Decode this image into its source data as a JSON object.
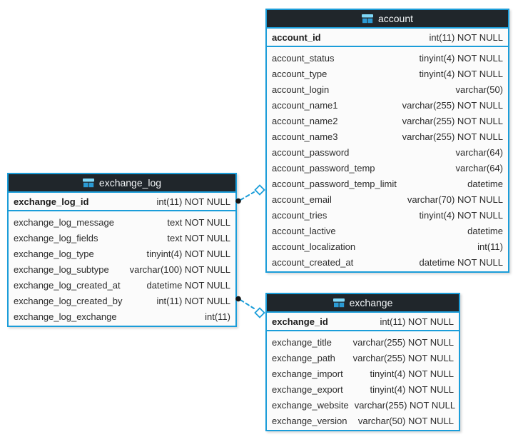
{
  "diagram": {
    "colors": {
      "accent": "#1b9dd9",
      "header_bg": "#20262b",
      "header_text": "#f2f5f7",
      "body_bg": "#fbfbfb",
      "text": "#2b2b2b",
      "dot": "#131313",
      "diamond_fill": "#ffffff"
    },
    "tables": [
      {
        "name": "exchange_log",
        "icon": "table-icon",
        "primary_key": {
          "name": "exchange_log_id",
          "type": "int(11) NOT NULL"
        },
        "columns": [
          {
            "name": "exchange_log_message",
            "type": "text NOT NULL"
          },
          {
            "name": "exchange_log_fields",
            "type": "text NOT NULL"
          },
          {
            "name": "exchange_log_type",
            "type": "tinyint(4) NOT NULL"
          },
          {
            "name": "exchange_log_subtype",
            "type": "varchar(100) NOT NULL"
          },
          {
            "name": "exchange_log_created_at",
            "type": "datetime NOT NULL"
          },
          {
            "name": "exchange_log_created_by",
            "type": "int(11) NOT NULL"
          },
          {
            "name": "exchange_log_exchange",
            "type": "int(11)"
          }
        ]
      },
      {
        "name": "account",
        "icon": "table-icon",
        "primary_key": {
          "name": "account_id",
          "type": "int(11) NOT NULL"
        },
        "columns": [
          {
            "name": "account_status",
            "type": "tinyint(4) NOT NULL"
          },
          {
            "name": "account_type",
            "type": "tinyint(4) NOT NULL"
          },
          {
            "name": "account_login",
            "type": "varchar(50)"
          },
          {
            "name": "account_name1",
            "type": "varchar(255) NOT NULL"
          },
          {
            "name": "account_name2",
            "type": "varchar(255) NOT NULL"
          },
          {
            "name": "account_name3",
            "type": "varchar(255) NOT NULL"
          },
          {
            "name": "account_password",
            "type": "varchar(64)"
          },
          {
            "name": "account_password_temp",
            "type": "varchar(64)"
          },
          {
            "name": "account_password_temp_limit",
            "type": "datetime"
          },
          {
            "name": "account_email",
            "type": "varchar(70) NOT NULL"
          },
          {
            "name": "account_tries",
            "type": "tinyint(4) NOT NULL"
          },
          {
            "name": "account_lactive",
            "type": "datetime"
          },
          {
            "name": "account_localization",
            "type": "int(11)"
          },
          {
            "name": "account_created_at",
            "type": "datetime NOT NULL"
          }
        ]
      },
      {
        "name": "exchange",
        "icon": "table-icon",
        "primary_key": {
          "name": "exchange_id",
          "type": "int(11) NOT NULL"
        },
        "columns": [
          {
            "name": "exchange_title",
            "type": "varchar(255) NOT NULL"
          },
          {
            "name": "exchange_path",
            "type": "varchar(255) NOT NULL"
          },
          {
            "name": "exchange_import",
            "type": "tinyint(4) NOT NULL"
          },
          {
            "name": "exchange_export",
            "type": "tinyint(4) NOT NULL"
          },
          {
            "name": "exchange_website",
            "type": "varchar(255) NOT NULL"
          },
          {
            "name": "exchange_version",
            "type": "varchar(50) NOT NULL"
          }
        ]
      }
    ],
    "relations": [
      {
        "from_table": "exchange_log",
        "to_table": "account",
        "style": "dashed",
        "from_marker": "dot",
        "to_marker": "diamond"
      },
      {
        "from_table": "exchange_log",
        "to_table": "exchange",
        "style": "dashed",
        "from_marker": "dot",
        "to_marker": "diamond"
      }
    ]
  }
}
